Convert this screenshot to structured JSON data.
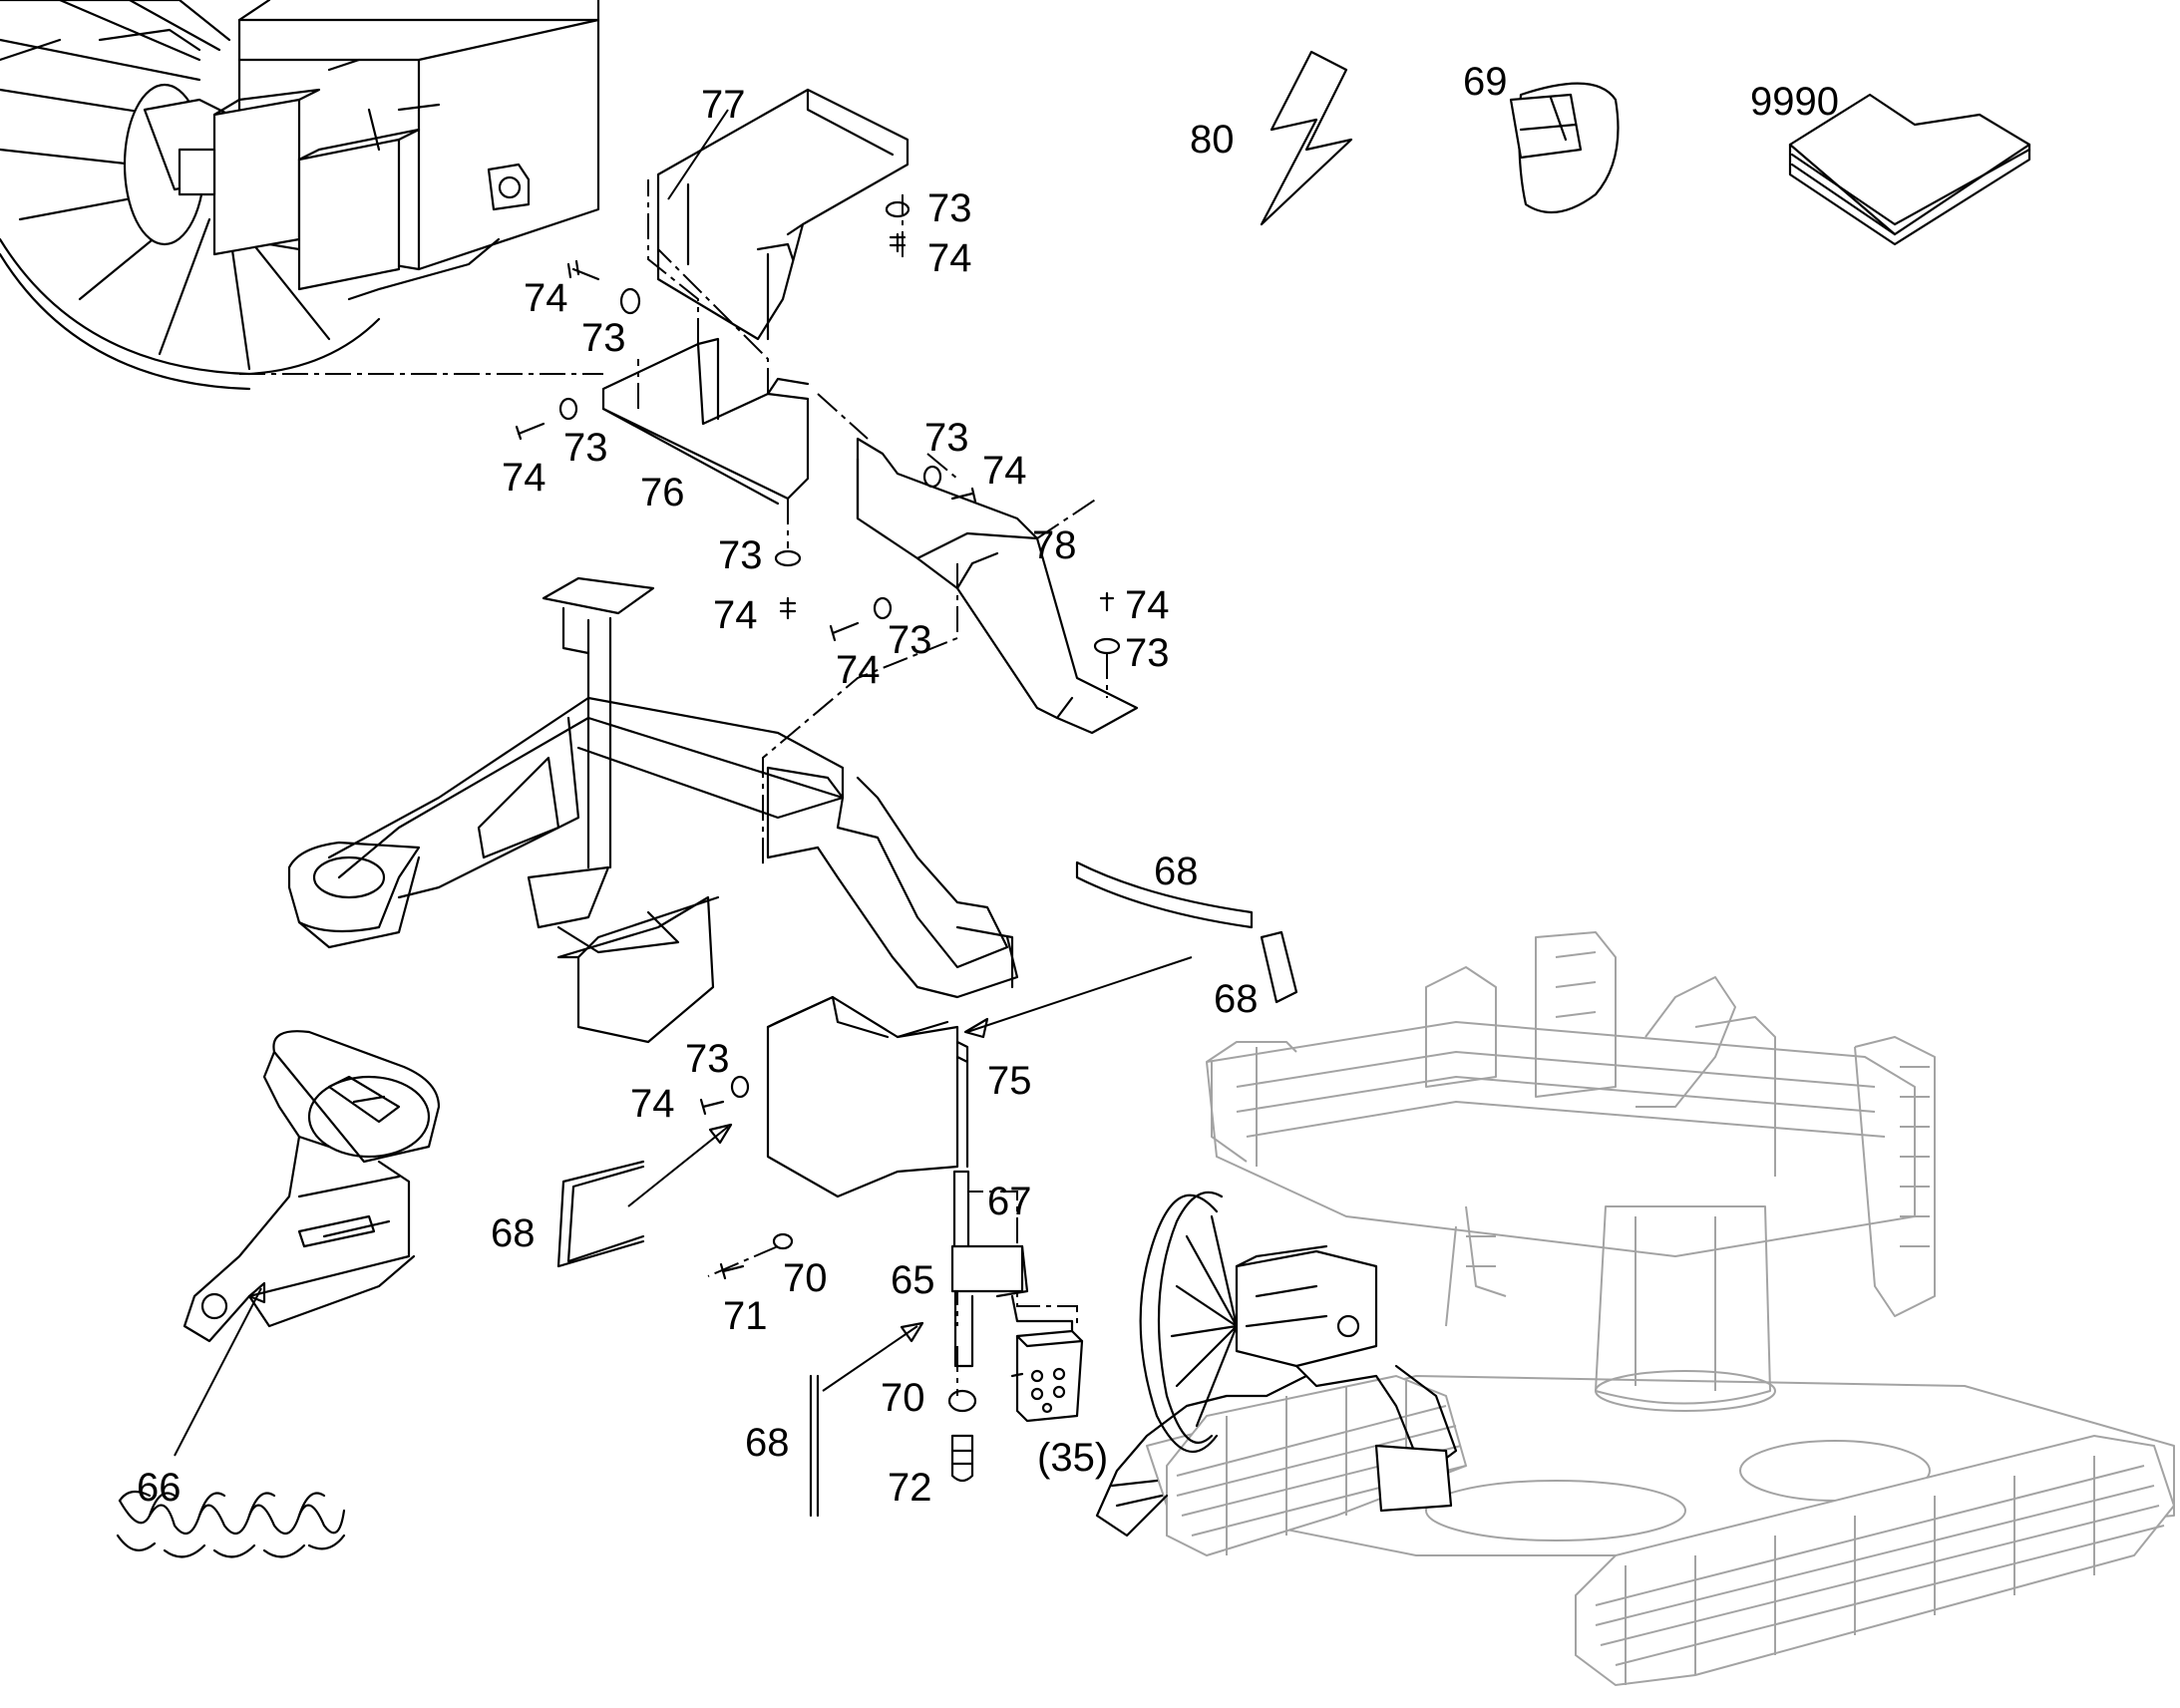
{
  "labels": {
    "l80": "80",
    "l69": "69",
    "l9990": "9990",
    "l77": "77",
    "l73a": "73",
    "l74a": "74",
    "l74b": "74",
    "l73b": "73",
    "l74c": "74",
    "l73c": "73",
    "l76": "76",
    "l73d": "73",
    "l74d": "74",
    "l78": "78",
    "l73e": "73",
    "l74e": "74",
    "l74f": "74",
    "l73f": "73",
    "l74g": "74",
    "l73g": "73",
    "l68a": "68",
    "l68b": "68",
    "l73h": "73",
    "l74h": "74",
    "l75": "75",
    "l67": "67",
    "l68c": "68",
    "l70a": "70",
    "l71": "71",
    "l65": "65",
    "l70b": "70",
    "l68d": "68",
    "l72": "72",
    "l35": "(35)",
    "l66": "66"
  }
}
